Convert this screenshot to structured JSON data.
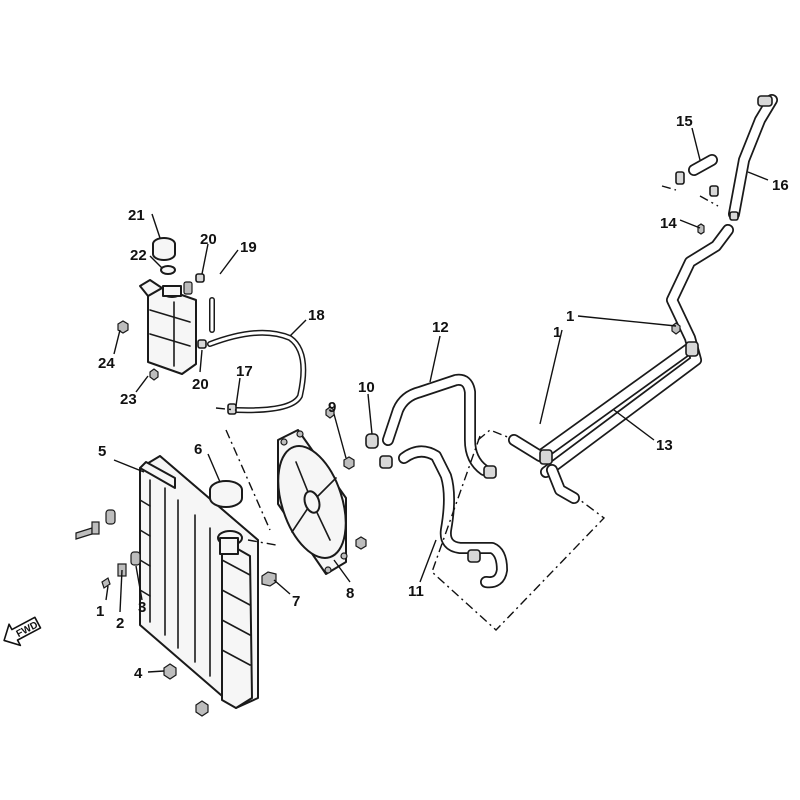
{
  "diagram": {
    "callouts": {
      "c1a": "1",
      "c1b": "1",
      "c1c": "1",
      "c2": "2",
      "c3": "3",
      "c4": "4",
      "c5": "5",
      "c6": "6",
      "c7": "7",
      "c8": "8",
      "c9": "9",
      "c10": "10",
      "c11": "11",
      "c12": "12",
      "c13": "13",
      "c14": "14",
      "c15": "15",
      "c16": "16",
      "c17": "17",
      "c18": "18",
      "c19": "19",
      "c20a": "20",
      "c20b": "20",
      "c21": "21",
      "c22": "22",
      "c23": "23",
      "c24": "24"
    },
    "fwd_arrow": {
      "label": "FWD",
      "icon": "forward-arrow-icon"
    }
  }
}
